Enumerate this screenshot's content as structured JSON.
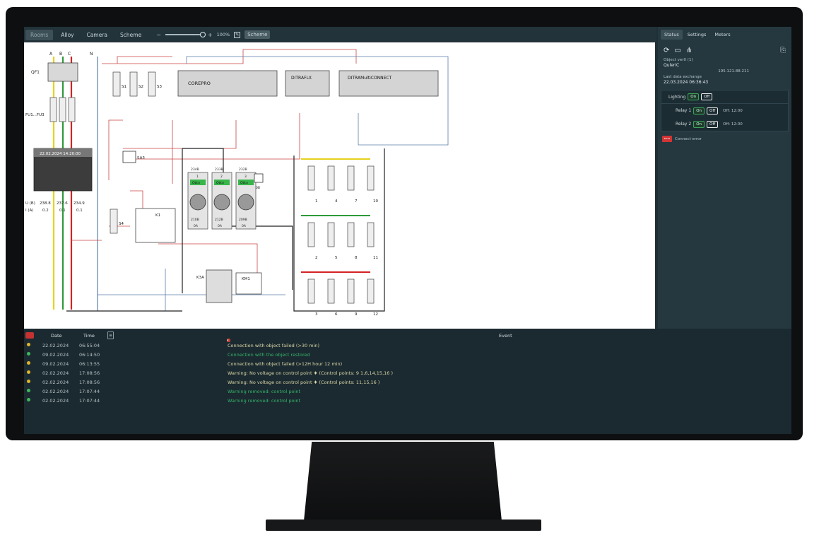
{
  "toolbar": {
    "tabs": [
      "Rooms",
      "Alloy",
      "Camera",
      "Scheme"
    ],
    "zoom_minus": "−",
    "zoom_plus": "+",
    "zoom_value": 1.0,
    "zoom_label": "100%",
    "scheme_button": "Scheme"
  },
  "right_panel": {
    "tabs": [
      "Status",
      "Settings",
      "Meters"
    ],
    "object_label": "Object ver0 (1)",
    "object_name": "QuleriC",
    "ip": "195.121.88.211",
    "last_exchange_label": "Last data exchange",
    "last_exchange_value": "22.03.2024 06:36:43",
    "lighting_label": "Lighting",
    "on": "On",
    "off": "Off",
    "relay1_label": "Relay 1",
    "relay1_off_time": "Off: 12:00",
    "relay2_label": "Relay 2",
    "relay2_off_time": "Off: 12:00",
    "connect_error_badge": "error",
    "connect_error": "Connect error"
  },
  "events": {
    "headers": {
      "date": "Date",
      "time": "Time",
      "event": "Event"
    },
    "rows": [
      {
        "status": "#e0b52a",
        "date": "22.02.2024",
        "time": "06:55:04",
        "event": "Connection with object failed (>30 min)",
        "color": "#dcd6a8"
      },
      {
        "status": "#3fb85a",
        "date": "09.02.2024",
        "time": "06:14:50",
        "event": "Connection with the object restored",
        "color": "#35b26a"
      },
      {
        "status": "#e0b52a",
        "date": "09.02.2024",
        "time": "06:13:55",
        "event": "Connection with object failed (>12H hour 12 min)",
        "color": "#dcd6a8"
      },
      {
        "status": "#e0b52a",
        "date": "02.02.2024",
        "time": "17:08:56",
        "event": "Warning: No voltage on control point ♦ (Control points: 9 1,6,14,15,16 )",
        "color": "#dcd6a8"
      },
      {
        "status": "#e0b52a",
        "date": "02.02.2024",
        "time": "17:08:56",
        "event": "Warning: No voltage on control point ♦ (Control points: 11,15,16 )",
        "color": "#dcd6a8"
      },
      {
        "status": "#3fb85a",
        "date": "02.02.2024",
        "time": "17:07:44",
        "event": "Warning removed: control point",
        "color": "#35b26a"
      },
      {
        "status": "#3fb85a",
        "date": "02.02.2024",
        "time": "17:07:44",
        "event": "Warning removed: control point",
        "color": "#35b26a"
      }
    ]
  },
  "scheme": {
    "phase_labels": [
      "A",
      "B",
      "C"
    ],
    "neutral": "N",
    "breaker_main": "QF1",
    "fuses": "FU1...FU3",
    "display_date": "22.02.2024 14:20:00",
    "u_label": "U (B)",
    "i_label": "I (A)",
    "voltages": [
      "238.8",
      "237.6",
      "234.9"
    ],
    "currents": [
      "0.2",
      "0.1",
      "0.1"
    ],
    "switch_labels": [
      "S1",
      "S2",
      "S3",
      "S4"
    ],
    "modules": [
      "COREPRO",
      "DITRAFLX",
      "DITRAMultiCONNECT"
    ],
    "sa3": "SA3",
    "relay_k1": "K1",
    "contactor_k3a": "K3A",
    "contactor_km1": "KM1",
    "meter_top": [
      "234B",
      "233B",
      "232B"
    ],
    "meter_bottom": [
      "210B",
      "212B",
      "209B"
    ],
    "meter_amps": [
      "0A",
      "0A",
      "0A"
    ],
    "meter_ids": [
      "1",
      "2",
      "3"
    ],
    "meter_labels": [
      "Otkл",
      "Otkл",
      "Otkл"
    ],
    "lamp_label": "0B",
    "group_a": [
      "1",
      "4",
      "7",
      "10"
    ],
    "group_b": [
      "2",
      "5",
      "8",
      "11"
    ],
    "group_c": [
      "3",
      "6",
      "9",
      "12"
    ]
  },
  "colors": {
    "phase_a": "#e6d21e",
    "phase_b": "#2f9a3a",
    "phase_c": "#d42222",
    "neutral": "#5a7ea8",
    "accent_dark": "#1f2f36"
  }
}
